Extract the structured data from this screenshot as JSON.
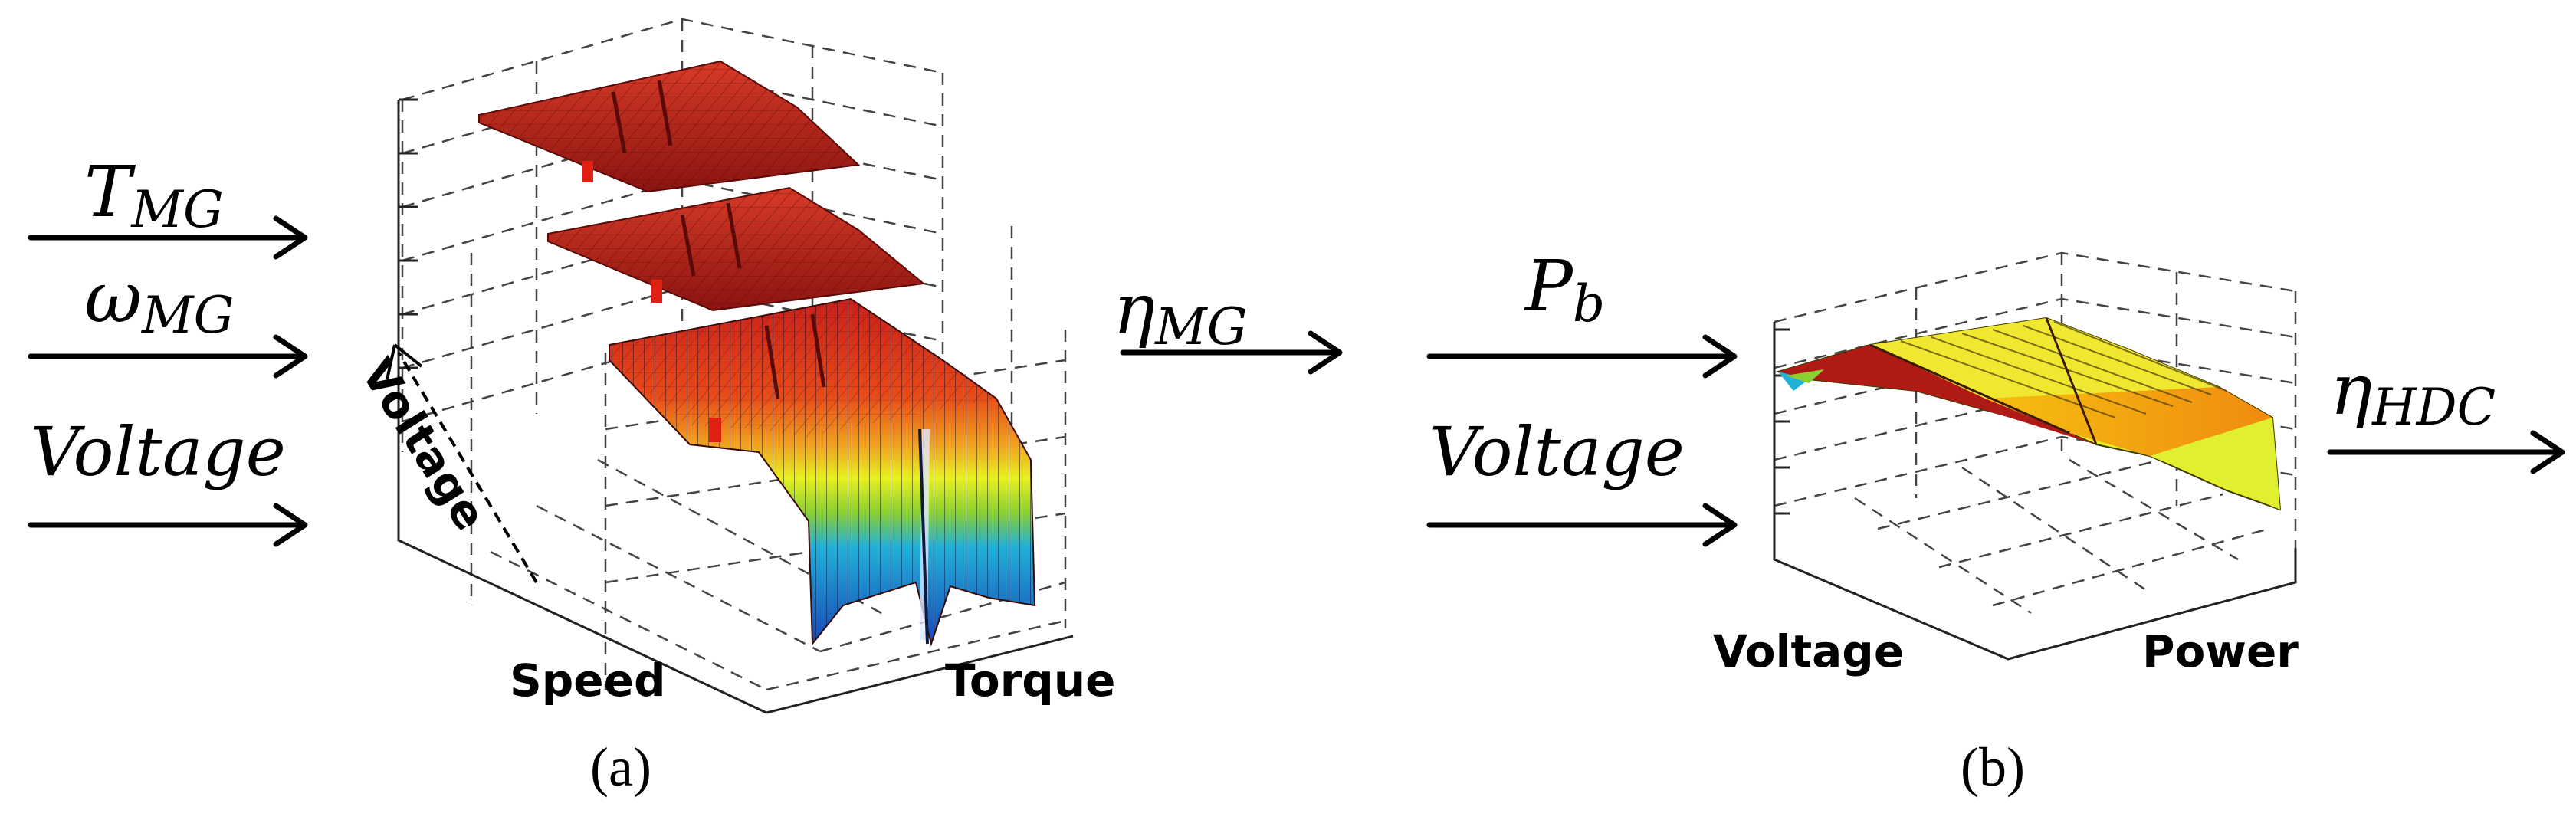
{
  "panel_a": {
    "inputs": {
      "torque_symbol": "T",
      "torque_subscript": "MG",
      "speed_symbol": "ω",
      "speed_subscript": "MG",
      "voltage": "Voltage"
    },
    "output_symbol": "η",
    "output_subscript": "MG",
    "axes": {
      "voltage": "Voltage",
      "speed": "Speed",
      "torque": "Torque"
    },
    "caption": "(a)"
  },
  "panel_b": {
    "inputs": {
      "power_symbol": "P",
      "power_subscript": "b",
      "voltage": "Voltage"
    },
    "output_symbol": "η",
    "output_subscript": "HDC",
    "axes": {
      "voltage": "Voltage",
      "power": "Power"
    },
    "caption": "(b)"
  },
  "colors": {
    "surface_red": "#c8201a",
    "surface_orange": "#f08a10",
    "surface_yellow": "#e8f020",
    "surface_green": "#8ad030",
    "surface_cyan": "#20b0d8",
    "surface_blue": "#1858c8",
    "grid": "#444444"
  }
}
